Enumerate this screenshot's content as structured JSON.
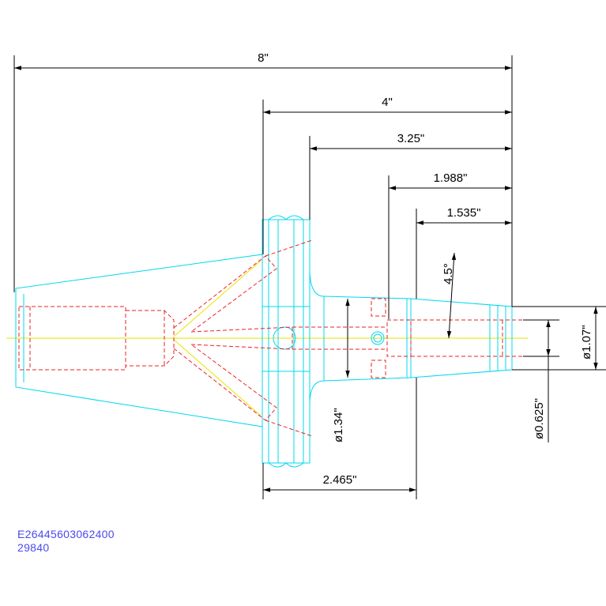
{
  "dimensions": {
    "overall_length": "8\"",
    "gauge_to_end": "4\"",
    "flange_to_end": "3.25\"",
    "body_length": "1.988\"",
    "nose_length": "1.535\"",
    "taper_angle": "4.5°",
    "nose_diameter": "ø1.07\"",
    "bore_diameter": "ø0.625\"",
    "body_diameter": "ø1.34\"",
    "flange_offset": "2.465\""
  },
  "part_info": {
    "part_number": "E26445603062400",
    "item_number": "29840"
  },
  "colors": {
    "outline": "#00d8ef",
    "hidden": "#ee2222",
    "centerline": "#e6e600",
    "dimension": "#000000",
    "text": "#4a4af0"
  }
}
